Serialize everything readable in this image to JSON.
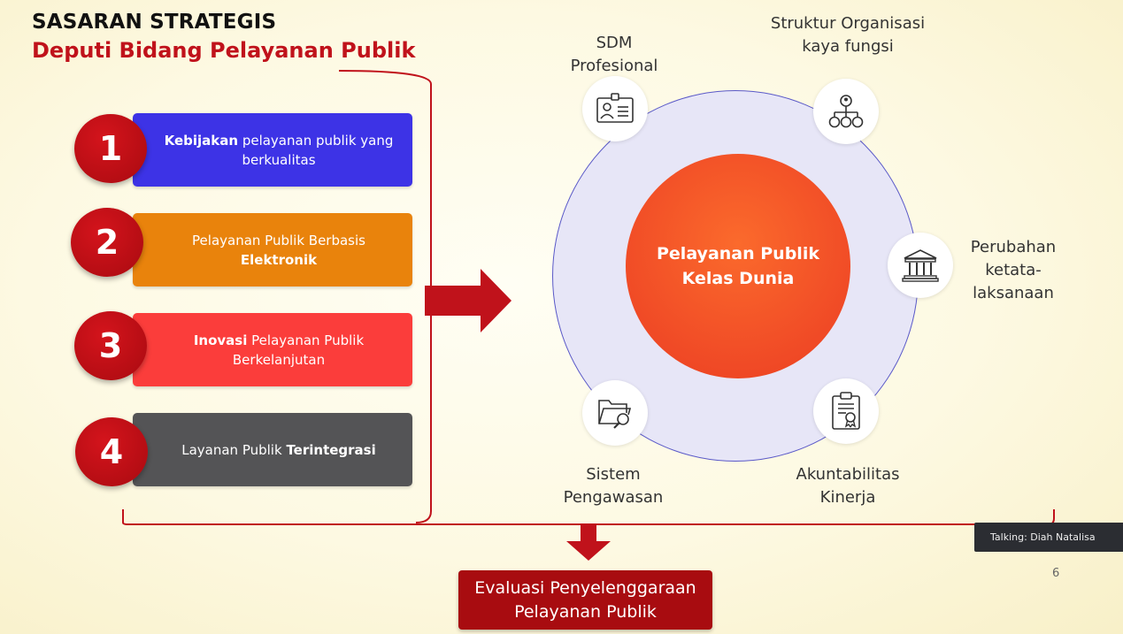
{
  "header": {
    "title": "SASARAN STRATEGIS",
    "subtitle": "Deputi Bidang Pelayanan Publik"
  },
  "objectives": [
    {
      "number": "1",
      "bold": "Kebijakan",
      "rest_line1": " pelayanan publik yang",
      "line2": "berkualitas",
      "color": "#3d33e6"
    },
    {
      "number": "2",
      "text": "Pelayanan Publik Berbasis ",
      "bold": "Elektronik",
      "color": "#e9830c"
    },
    {
      "number": "3",
      "bold": "Inovasi",
      "rest_line1": " Pelayanan Publik",
      "line2": "Berkelanjutan",
      "color": "#fb3d3b"
    },
    {
      "number": "4",
      "text": "Layanan Publik ",
      "bold": "Terintegrasi",
      "color": "#545456"
    }
  ],
  "center": {
    "line1": "Pelayanan Publik",
    "line2": "Kelas Dunia"
  },
  "nodes": [
    {
      "id": "sdm",
      "icon": "id-card-icon",
      "label_line1": "SDM",
      "label_line2": "Profesional"
    },
    {
      "id": "struktur",
      "icon": "org-chart-icon",
      "label_line1": "Struktur Organisasi",
      "label_line2": "kaya fungsi"
    },
    {
      "id": "perubahan",
      "icon": "institution-building-icon",
      "label_line1": "Perubahan",
      "label_line2": "ketata-",
      "label_line3": "laksanaan"
    },
    {
      "id": "akuntabilitas",
      "icon": "certificate-clipboard-icon",
      "label_line1": "Akuntabilitas",
      "label_line2": "Kinerja"
    },
    {
      "id": "sistem",
      "icon": "folder-search-icon",
      "label_line1": "Sistem",
      "label_line2": "Pengawasan"
    }
  ],
  "evaluation": {
    "line1": "Evaluasi Penyelenggaraan",
    "line2": "Pelayanan Publik"
  },
  "overlay": {
    "talking": "Talking: Diah Natalisa"
  },
  "page_number": "6",
  "colors": {
    "accent_red": "#c0121b",
    "ring_fill": "#e7e6f7",
    "ring_stroke": "#5a59c8",
    "core_orange": "#f04a26",
    "evaluation_box": "#a80c10"
  }
}
